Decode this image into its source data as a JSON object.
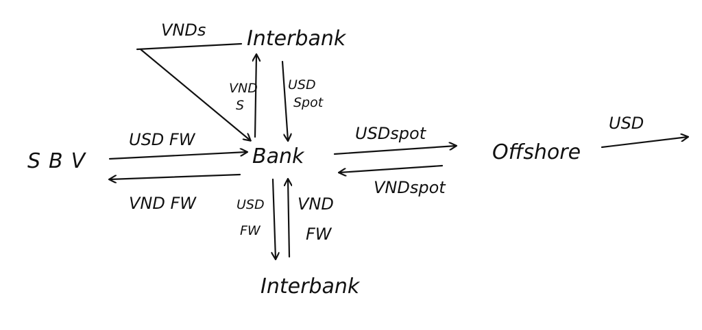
{
  "nodes": {
    "interbank_top": "Interbank",
    "bank": "Bank",
    "sbv": "SBV",
    "offshore": "Offshore",
    "interbank_bottom": "Interbank"
  },
  "edges": {
    "vnds_diagonal": "VNDs",
    "bank_to_interbank_top": [
      "VND",
      "S"
    ],
    "interbank_top_to_bank": [
      "USD",
      "Spot"
    ],
    "sbv_to_bank": "USD FW",
    "bank_to_sbv": "VND FW",
    "bank_to_offshore": "USDspot",
    "offshore_to_bank": "VNDspot",
    "offshore_out": "USD",
    "bank_to_interbank_bottom": [
      "USD",
      "FW"
    ],
    "interbank_bottom_to_bank": [
      "VND",
      "FW"
    ]
  }
}
